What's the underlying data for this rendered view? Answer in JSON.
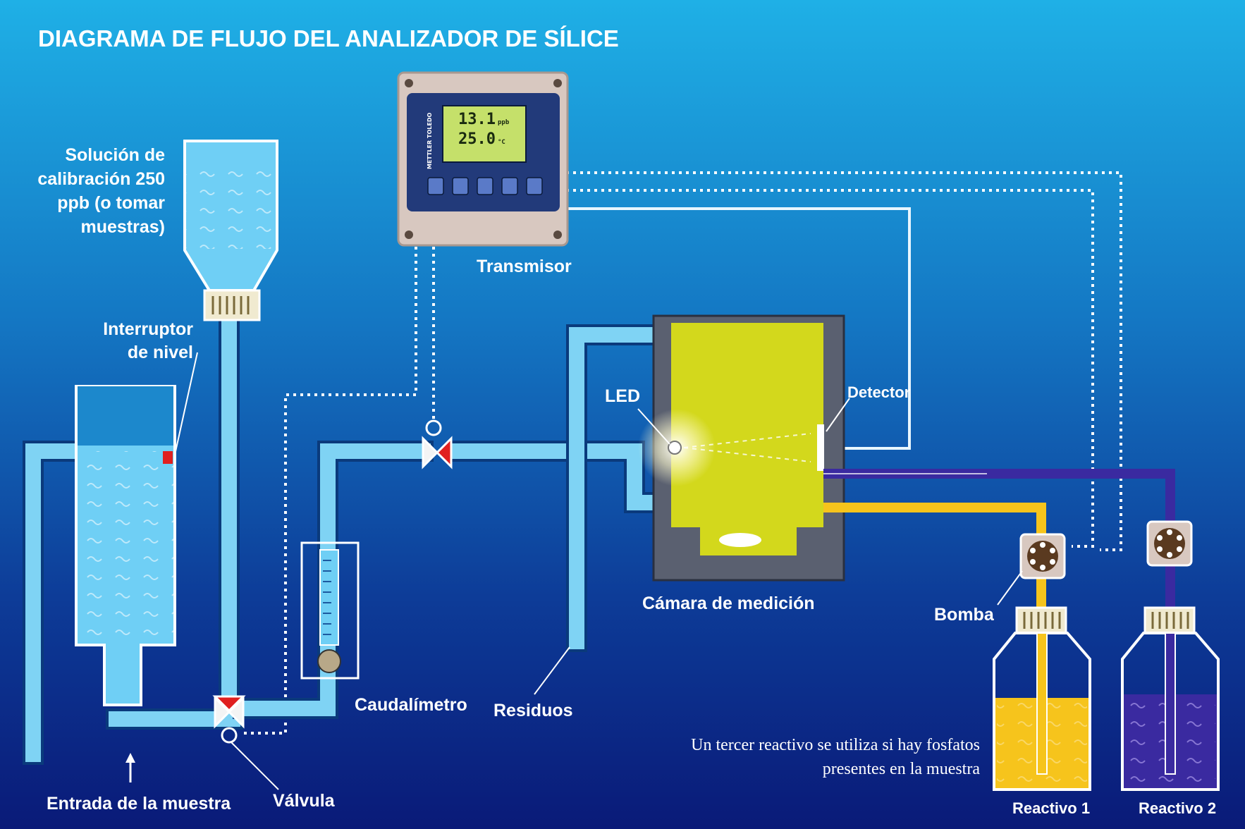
{
  "title": "DIAGRAMA DE FLUJO DEL ANALIZADOR DE SÍLICE",
  "labels": {
    "calibration_1": "Solución de",
    "calibration_2": "calibración 250",
    "calibration_3": "ppb (o tomar",
    "calibration_4": "muestras)",
    "level_switch_1": "Interruptor",
    "level_switch_2": "de nivel",
    "transmitter": "Transmisor",
    "led": "LED",
    "detector": "Detector",
    "chamber": "Cámara de medición",
    "pump": "Bomba",
    "flowmeter": "Caudalímetro",
    "waste": "Residuos",
    "sample_inlet": "Entrada de la muestra",
    "valve": "Válvula",
    "reagent_1": "Reactivo 1",
    "reagent_2": "Reactivo 2",
    "note_1": "Un tercer reactivo se utiliza si hay fosfatos",
    "note_2": "presentes en la muestra"
  },
  "transmitter_display": {
    "brand": "METTLER TOLEDO",
    "line_1": "13.1",
    "unit_1": "ppb",
    "line_2": "25.0",
    "unit_2": "°C"
  },
  "colors": {
    "water": "#6fcff5",
    "pipe": "#7fd3f4",
    "chamber": "#d3d81c",
    "reagent_1": "#f6c41c",
    "reagent_2": "#3a2aa0",
    "valve_red": "#e02020"
  },
  "icons": [
    "valve-icon",
    "pump-icon",
    "led-icon",
    "flowmeter-icon",
    "level-switch-icon"
  ]
}
